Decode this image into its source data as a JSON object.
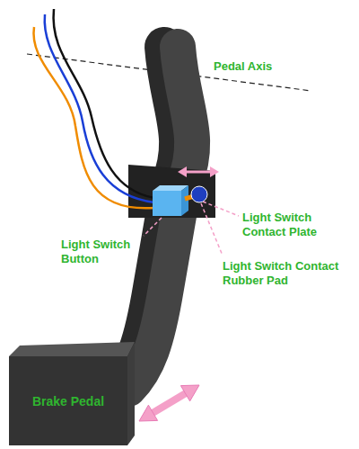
{
  "diagram": {
    "nodes": [
      {
        "text": [
          "Brake Pedal"
        ]
      }
    ],
    "labels": [
      "Pedal Axis",
      "Light Switch Contact Plate",
      "Light Switch Button",
      "Light Switch Contact Rubber Pad"
    ]
  }
}
